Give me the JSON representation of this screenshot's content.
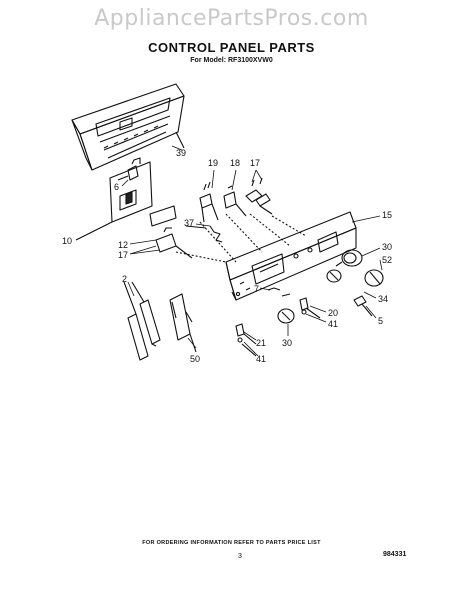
{
  "watermark": "AppliancePartsPros.com",
  "title": "CONTROL PANEL PARTS",
  "model": "For Model: RF3100XVW0",
  "footer_note": "FOR ORDERING INFORMATION REFER TO PARTS PRICE LIST",
  "page_number": "3",
  "document_number": "984331",
  "callouts": {
    "c39": "39",
    "c6": "6",
    "c10": "10",
    "c19": "19",
    "c18": "18",
    "c17a": "17",
    "c15": "15",
    "c37": "37",
    "c12": "12",
    "c17b": "17",
    "c30a": "30",
    "c52": "52",
    "c2": "2",
    "c7": "7",
    "c34": "34",
    "c20": "20",
    "c41a": "41",
    "c5": "5",
    "c21": "21",
    "c30b": "30",
    "c41b": "41",
    "c50": "50"
  }
}
